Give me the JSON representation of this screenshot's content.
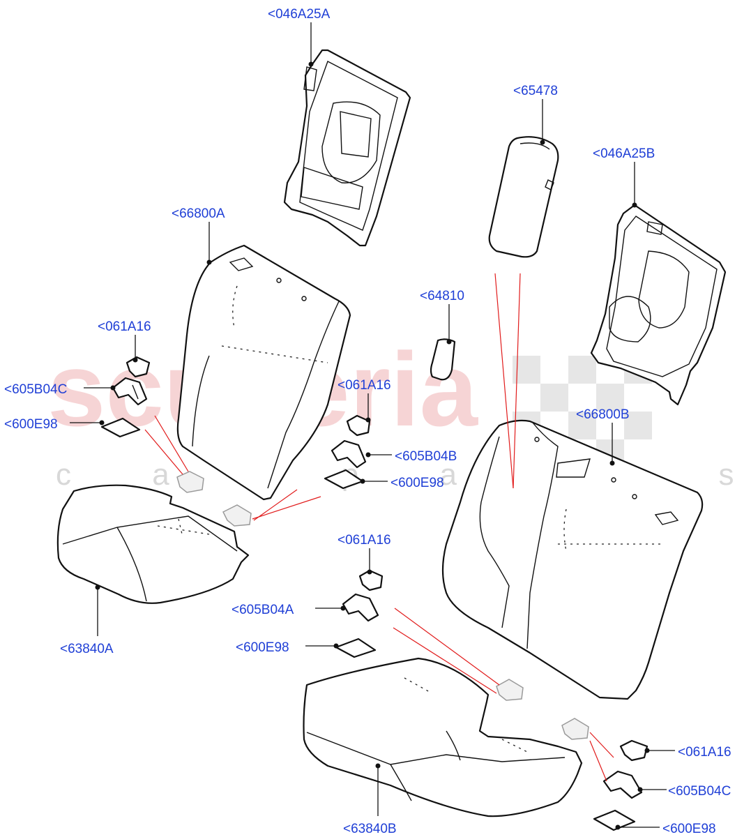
{
  "watermark": {
    "brand": "scuderia",
    "sub": "c a r p a r t s"
  },
  "labels": {
    "l046a25a": "<046A25A",
    "l65478": "<65478",
    "l046a25b": "<046A25B",
    "l66800a": "<66800A",
    "l64810": "<64810",
    "l061a16_1": "<061A16",
    "l605b04c_1": "<605B04C",
    "l600e98_1": "<600E98",
    "l061a16_2": "<061A16",
    "l605b04b": "<605B04B",
    "l600e98_2": "<600E98",
    "l66800b": "<66800B",
    "l63840a": "<63840A",
    "l061a16_3": "<061A16",
    "l605b04a": "<605B04A",
    "l600e98_3": "<600E98",
    "l061a16_4": "<061A16",
    "l605b04c_2": "<605B04C",
    "l600e98_4": "<600E98",
    "l63840b": "<63840B"
  }
}
